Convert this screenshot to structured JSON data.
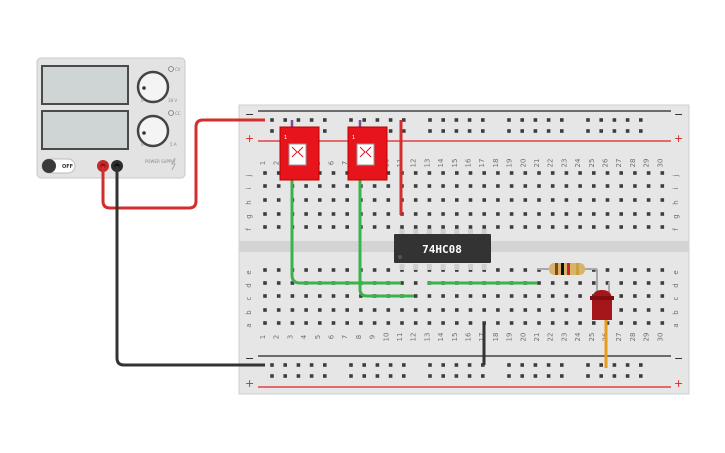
{
  "power_supply": {
    "off_label": "OFF",
    "knob_top_label": "18 V",
    "knob_bottom_label": "5 A",
    "cc_label": "CC",
    "cv_label": "CV",
    "brand_label": "POWER SUPPLY"
  },
  "breadboard": {
    "columns": [
      "1",
      "2",
      "3",
      "4",
      "5",
      "6",
      "7",
      "8",
      "9",
      "10",
      "11",
      "12",
      "13",
      "14",
      "15",
      "16",
      "17",
      "18",
      "19",
      "20",
      "21",
      "22",
      "23",
      "24",
      "25",
      "26",
      "27",
      "28",
      "29",
      "30"
    ],
    "rows_top": [
      "j",
      "i",
      "h",
      "g",
      "f"
    ],
    "rows_bottom": [
      "e",
      "d",
      "c",
      "b",
      "a"
    ],
    "rail_plus": "+",
    "rail_minus": "−"
  },
  "chip": {
    "label": "74HC08"
  },
  "colors": {
    "wire_red": "#d32d2d",
    "wire_black": "#333333",
    "wire_green": "#3ab34a",
    "wire_orange": "#e89c1e",
    "switch_red": "#e8141c",
    "led_red": "#a4161a",
    "breadboard": "#e6e6e6"
  }
}
